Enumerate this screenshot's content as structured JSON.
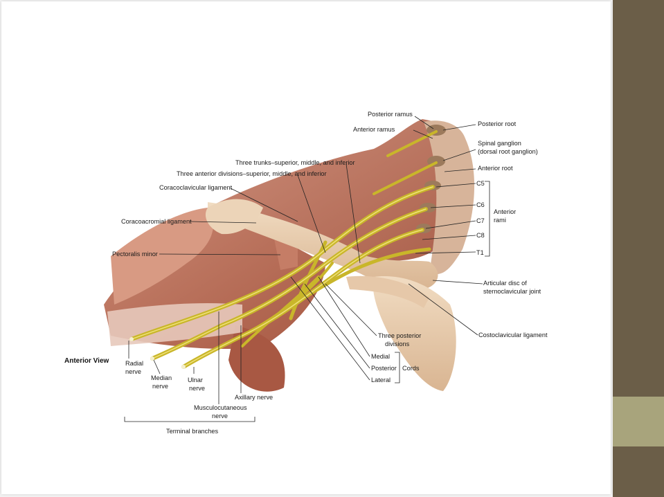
{
  "view_label": "Anterior View",
  "labels": {
    "posterior_ramus": "Posterior ramus",
    "anterior_ramus": "Anterior ramus",
    "posterior_root": "Posterior root",
    "spinal_ganglion_1": "Spinal ganglion",
    "spinal_ganglion_2": "(dorsal root ganglion)",
    "anterior_root": "Anterior root",
    "three_trunks": "Three trunks–superior, middle, and inferior",
    "three_anterior_divisions": "Three anterior divisions–superior, middle, and inferior",
    "coracoclavicular": "Coracoclavicular ligament",
    "coracoacromial": "Coracoacromial ligament",
    "pectoralis_minor": "Pectoralis minor",
    "c5": "C5",
    "c6": "C6",
    "c7": "C7",
    "c8": "C8",
    "t1": "T1",
    "anterior_rami_1": "Anterior",
    "anterior_rami_2": "rami",
    "articular_disc_1": "Articular disc of",
    "articular_disc_2": "sternoclavicular joint",
    "costoclavicular": "Costoclavicular ligament",
    "three_posterior_1": "Three posterior",
    "three_posterior_2": "divisions",
    "medial": "Medial",
    "posterior": "Posterior",
    "lateral": "Lateral",
    "cords": "Cords",
    "radial_1": "Radial",
    "radial_2": "nerve",
    "median_1": "Median",
    "median_2": "nerve",
    "ulnar_1": "Ulnar",
    "ulnar_2": "nerve",
    "axillary": "Axillary nerve",
    "musculocutaneous_1": "Musculocutaneous",
    "musculocutaneous_2": "nerve",
    "terminal_branches": "Terminal branches"
  },
  "colors": {
    "accent_dark": "#6b5e48",
    "accent_light": "#a8a47c",
    "nerve": "#c9b62a",
    "muscle": "#b8705a",
    "bone": "#e9cdb0"
  }
}
